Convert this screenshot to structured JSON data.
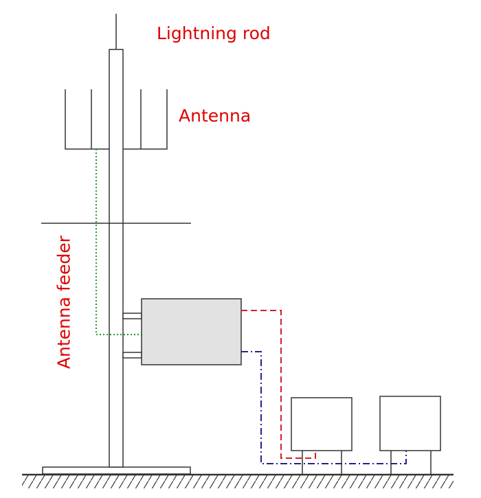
{
  "labels": {
    "lightning_rod": "Lightning rod",
    "antenna": "Antenna",
    "antenna_feeder": "Antenna feeder"
  },
  "colors": {
    "label_text": "#e00000",
    "line": "#333333",
    "feeder_line": "#2e9e3a",
    "red_cable": "#d42020",
    "blue_cable": "#22228a",
    "equipment_fill": "#e2e2e2"
  }
}
